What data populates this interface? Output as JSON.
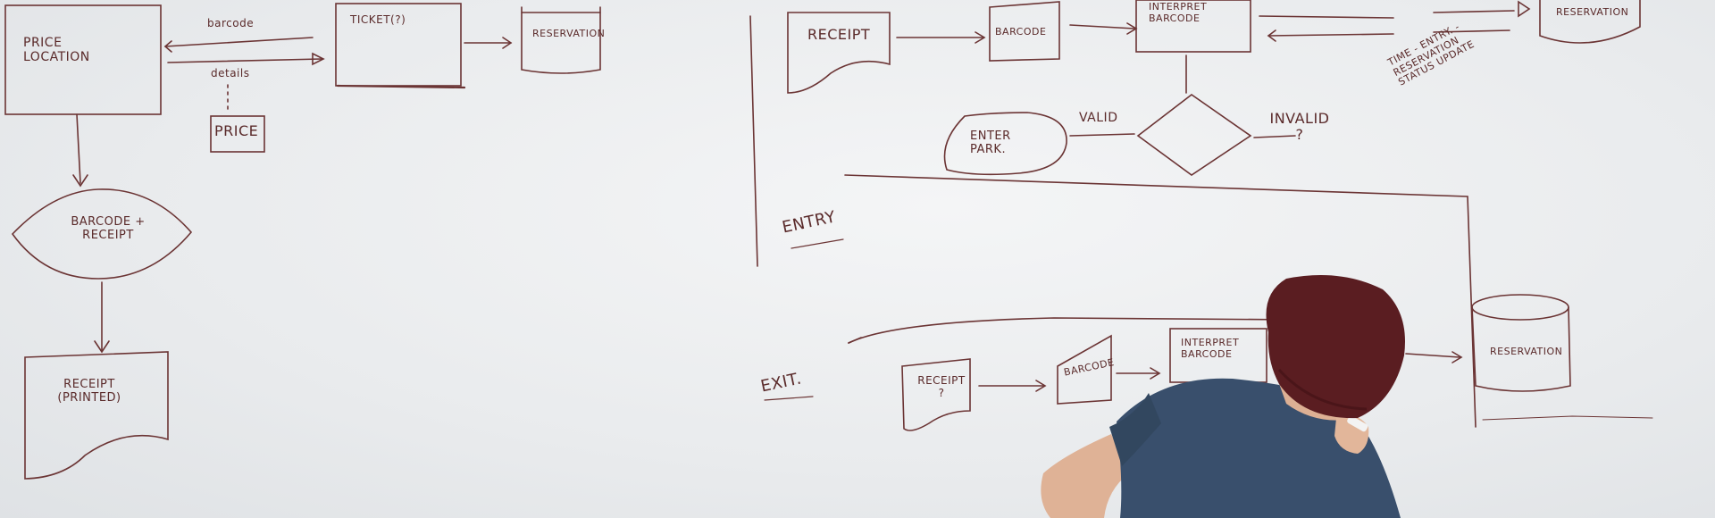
{
  "scene": {
    "description_colors": {
      "board": "#eceeef",
      "ink": "#5a2a2a",
      "shirt": "#3b5573",
      "beanie": "#5b1e22",
      "skin": "#e2b69a"
    }
  },
  "left_flow": {
    "price_location": "PRICE LOCATION",
    "barcode": "barcode",
    "details": "details",
    "price": "PRICE",
    "ticket": "TICKET(?)",
    "reservation": "RESERVATION",
    "barcode_receipt": "BARCODE + RECEIPT",
    "receipt_printed": "RECEIPT (PRINTED)"
  },
  "entry_flow": {
    "label": "ENTRY",
    "receipt": "RECEIPT",
    "barcode": "BARCODE",
    "interpret_barcode": "INTERPRET BARCODE",
    "reservation": "RESERVATION",
    "notes": "TIME - ENTRY. - RESERVATION STATUS UPDATE",
    "enter_park": "ENTER PARK.",
    "valid": "VALID",
    "invalid": "INVALID ?"
  },
  "exit_flow": {
    "label": "EXIT.",
    "receipt": "RECEIPT ?",
    "barcode": "BARCODE",
    "interpret_barcode": "INTERPRET BARCODE",
    "reservation": "RESERVATION"
  }
}
